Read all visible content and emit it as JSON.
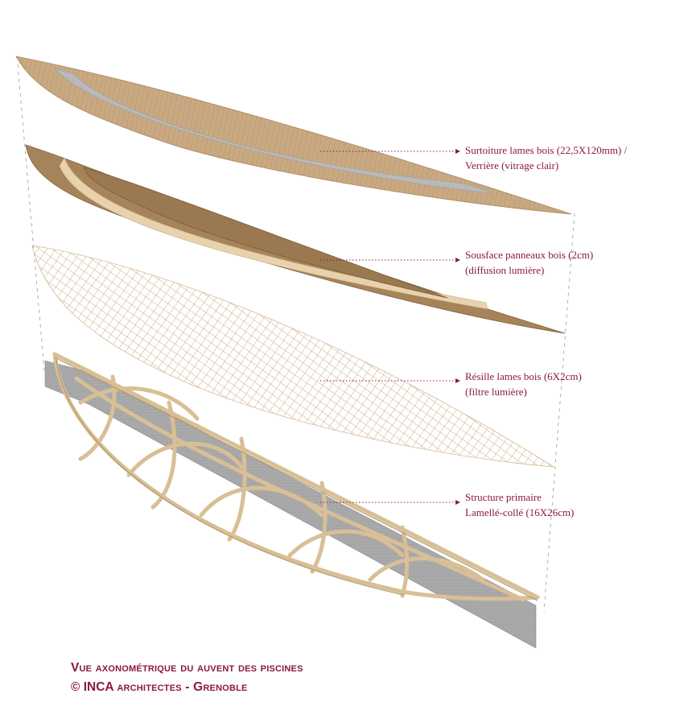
{
  "colors": {
    "accent": "#8b1a3a",
    "wood": "#c2a27a",
    "wood_dark": "#8c6a45",
    "wood_light": "#e6cfa6",
    "glass": "#b7b7b7",
    "wall": "#a8a8a8"
  },
  "layers": [
    {
      "line1": "Surtoiture lames bois (22,5X120mm) /",
      "line2": "Verrière (vitrage clair)"
    },
    {
      "line1": "Sousface panneaux bois (2cm)",
      "line2": "(diffusion lumière)"
    },
    {
      "line1": "Résille lames bois (6X2cm)",
      "line2": "(filtre lumière)"
    },
    {
      "line1": "Structure primaire",
      "line2": "Lamellé-collé (16X26cm)"
    }
  ],
  "caption": {
    "line1": "Vue axonométrique du auvent des piscines",
    "line2_prefix": "© INCA ",
    "line2_rest": "architectes - Grenoble"
  }
}
